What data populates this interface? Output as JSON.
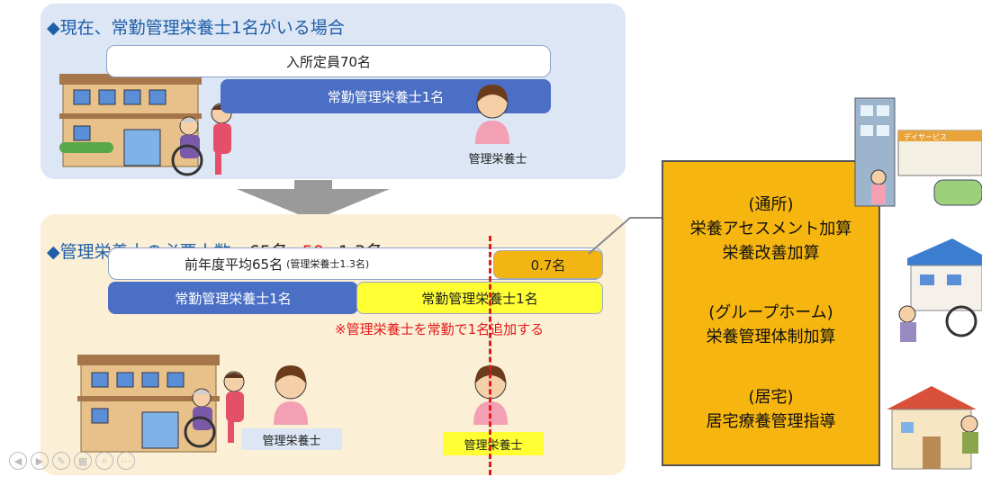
{
  "top_panel": {
    "title": "◆現在、常勤管理栄養士1名がいる場合",
    "capacity_bar": "入所定員70名",
    "staff_bar": "常勤管理栄養士1名",
    "person_label": "管理栄養士"
  },
  "bottom_panel": {
    "title_prefix": "◆管理栄養士の必要人数",
    "formula_a": "65名÷",
    "formula_b": "50",
    "formula_c": "=1.3名",
    "average_bar_main": "前年度平均65名",
    "average_bar_note": "(管理栄養士1.3名)",
    "fraction_box": "0.7名",
    "staff_bar_1": "常勤管理栄養士1名",
    "staff_bar_2": "常勤管理栄養士1名",
    "note": "※管理栄養士を常勤で1名追加する",
    "person_label_1": "管理栄養士",
    "person_label_2": "管理栄養士"
  },
  "info_box": {
    "group1_heading": "(通所)",
    "group1_line1": "栄養アセスメント加算",
    "group1_line2": "栄養改善加算",
    "group2_heading": "(グループホーム)",
    "group2_line1": "栄養管理体制加算",
    "group3_heading": "(居宅)",
    "group3_line1": "居宅療養管理指導"
  },
  "right_illustrations": {
    "day_service_sign": "デイサービス"
  },
  "colors": {
    "panel_top": "#dce6f4",
    "panel_bottom": "#fbefd6",
    "title_blue": "#1f5fa8",
    "bar_blue": "#4a6fc4",
    "bar_yellow": "#ffff33",
    "info_orange": "#f7b60f",
    "highlight_red": "#e41a1a"
  }
}
